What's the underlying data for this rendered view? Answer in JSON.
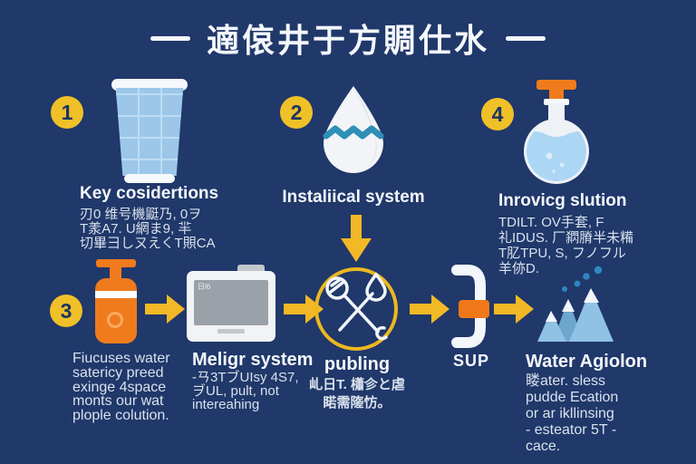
{
  "title": {
    "text": "遖偯井于方賙仕水"
  },
  "colors": {
    "background": "#20386a",
    "accent_yellow": "#f0c028",
    "accent_orange": "#ef7b1d",
    "light_blue": "#9cc7e9",
    "white": "#f5f8fc",
    "dot_blue": "#2f86c1"
  },
  "icons": [
    "water-glass-icon",
    "water-drop-icon",
    "flask-icon",
    "spray-bottle-icon",
    "monitor-icon",
    "crossed-tools-icon",
    "bracket-clamp-icon",
    "mountains-icon",
    "arrow-right-icon",
    "arrow-down-icon"
  ],
  "steps": {
    "step1": {
      "number": "1",
      "heading": "Key cosidertions",
      "lines": [
        "刃0 维号機鼮乃, 0ヲ",
        "T羕A7. U網ま9, 羋",
        "切畢彐しㄡえくT賏CA"
      ]
    },
    "step2": {
      "number": "2",
      "heading": "Instaliical system"
    },
    "step4": {
      "number": "4",
      "heading": "Inrovicg slution",
      "lines": [
        "TDILT. OV手套, F",
        "礼IDUS. 厂閷膌半未糒",
        "T肊TPU, S, フノフル",
        "羊㑊D."
      ]
    },
    "step3": {
      "number": "3",
      "lines": [
        "Fiucuses water",
        "satericy preed",
        "exinge 4space",
        "monts our wat",
        "plople colution."
      ]
    },
    "monitor": {
      "heading": "Meligr system",
      "screen_label": "日ǐ6",
      "lines": [
        "-ㄢ3TブUIsy 4S7,",
        "ヺUL, pult, not",
        "intereahing"
      ]
    },
    "publing": {
      "heading": "publing",
      "lines": [
        "乢日T. 櫹㐱と虐",
        "睰需隓㤃。"
      ]
    },
    "sup": {
      "label": "SUP"
    },
    "water": {
      "heading": "Water Agiolon",
      "lines": [
        "䁖ater. sless",
        "pudde Ecation",
        "or ar ikllinsing",
        "- esteator 5T -",
        "cace."
      ]
    }
  }
}
